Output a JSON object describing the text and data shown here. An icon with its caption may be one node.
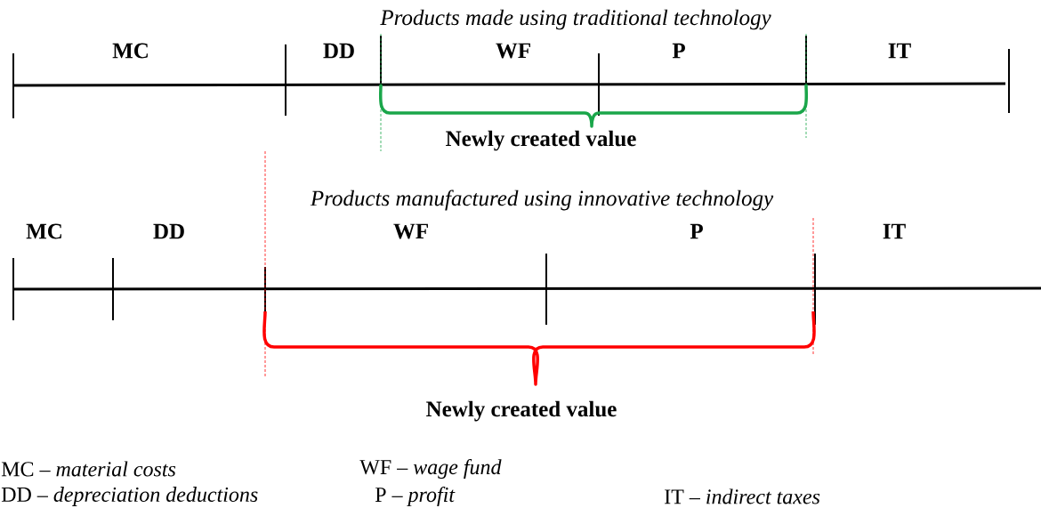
{
  "diagram": {
    "labels": [
      "Products made using traditional technology",
      "MC",
      "DD",
      "WF",
      "P",
      "IT",
      "Newly created value",
      "Products manufactured using innovative technology",
      "MC",
      "DD",
      "WF",
      "P",
      "IT",
      "Newly created value",
      "MC – *material costs*",
      "WF – *wage fund*",
      "DD – *depreciation deductions*",
      "P – *profit*",
      "IT – *indirect taxes*"
    ]
  }
}
